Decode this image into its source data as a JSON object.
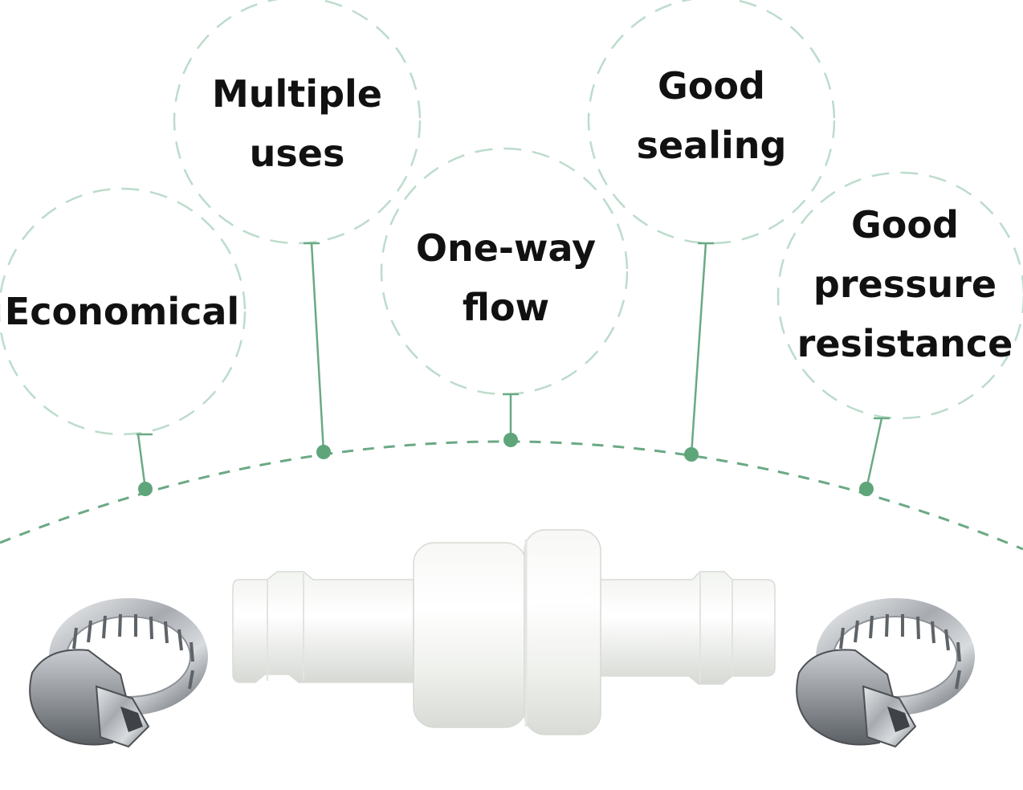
{
  "colors": {
    "accent": "#6aa985",
    "dash": "#bcdccb",
    "text": "#111111",
    "background": "#ffffff"
  },
  "features": [
    {
      "name": "economical",
      "lines": [
        "Economical"
      ]
    },
    {
      "name": "multiple-uses",
      "lines": [
        "Multiple",
        "uses"
      ]
    },
    {
      "name": "one-way-flow",
      "lines": [
        "One-way",
        "flow"
      ]
    },
    {
      "name": "good-sealing",
      "lines": [
        "Good",
        "sealing"
      ]
    },
    {
      "name": "good-pressure-resistance",
      "lines": [
        "Good",
        "pressure",
        "resistance"
      ]
    }
  ],
  "products": {
    "valve": "one-way-check-valve",
    "clamp_left": "hose-clamp",
    "clamp_right": "hose-clamp"
  }
}
